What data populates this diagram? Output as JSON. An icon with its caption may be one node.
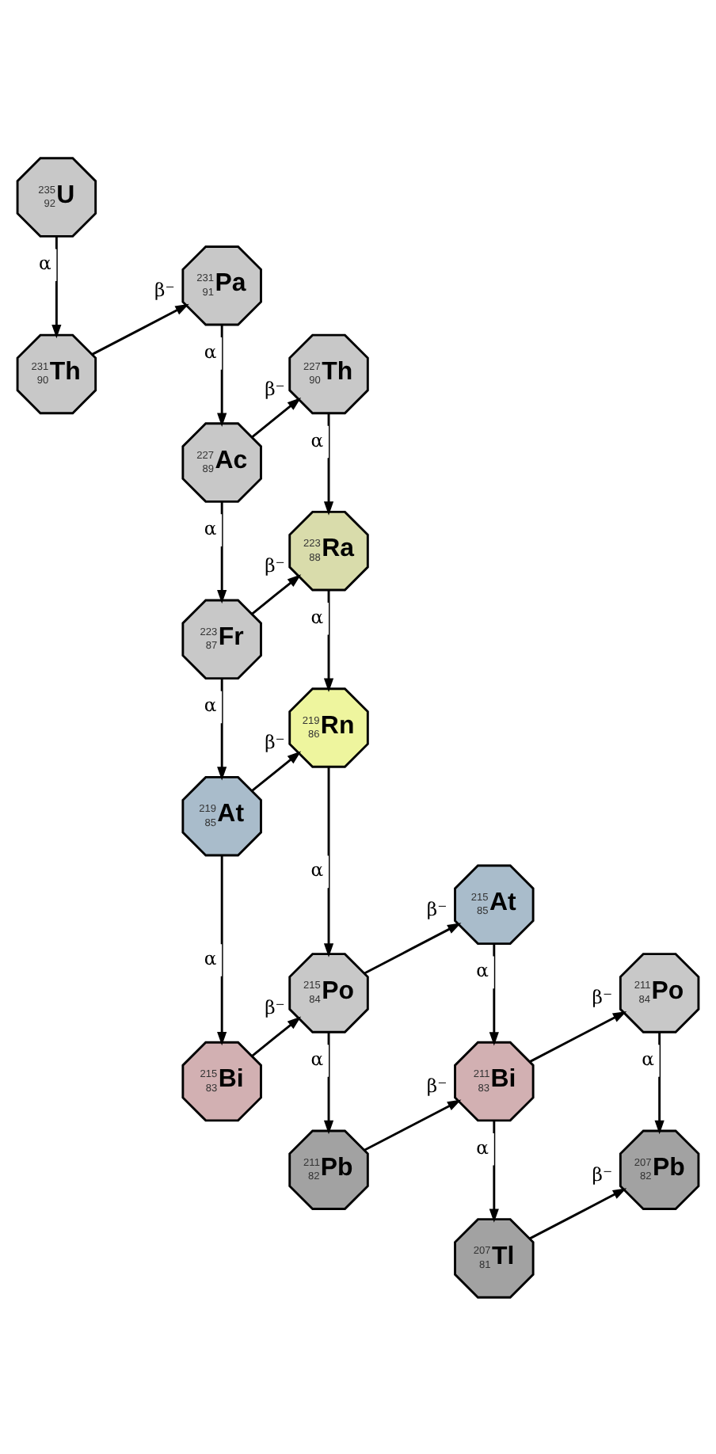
{
  "diagram": {
    "nodes": [
      {
        "text": [
          "235",
          "92",
          "U"
        ]
      },
      {
        "text": [
          "231",
          "91",
          "Pa"
        ]
      },
      {
        "text": [
          "231",
          "90",
          "Th"
        ]
      },
      {
        "text": [
          "227",
          "90",
          "Th"
        ]
      },
      {
        "text": [
          "227",
          "89",
          "Ac"
        ]
      },
      {
        "text": [
          "223",
          "88",
          "Ra"
        ]
      },
      {
        "text": [
          "223",
          "87",
          "Fr"
        ]
      },
      {
        "text": [
          "219",
          "86",
          "Rn"
        ]
      },
      {
        "text": [
          "219",
          "85",
          "At"
        ]
      },
      {
        "text": [
          "215",
          "85",
          "At"
        ]
      },
      {
        "text": [
          "215",
          "84",
          "Po"
        ]
      },
      {
        "text": [
          "211",
          "84",
          "Po"
        ]
      },
      {
        "text": [
          "215",
          "83",
          "Bi"
        ]
      },
      {
        "text": [
          "211",
          "83",
          "Bi"
        ]
      },
      {
        "text": [
          "211",
          "82",
          "Pb"
        ]
      },
      {
        "text": [
          "207",
          "82",
          "Pb"
        ]
      },
      {
        "text": [
          "207",
          "81",
          "Tl"
        ]
      }
    ],
    "edges": [
      {
        "from": 0,
        "to": 2,
        "arrow": "to",
        "label": "α"
      },
      {
        "from": 2,
        "to": 1,
        "arrow": "to",
        "label": "β⁻"
      },
      {
        "from": 1,
        "to": 4,
        "arrow": "to",
        "label": "α"
      },
      {
        "from": 4,
        "to": 3,
        "arrow": "to",
        "label": "β⁻"
      },
      {
        "from": 3,
        "to": 5,
        "arrow": "to",
        "label": "α"
      },
      {
        "from": 4,
        "to": 6,
        "arrow": "to",
        "label": "α"
      },
      {
        "from": 6,
        "to": 5,
        "arrow": "to",
        "label": "β⁻"
      },
      {
        "from": 5,
        "to": 7,
        "arrow": "to",
        "label": "α"
      },
      {
        "from": 6,
        "to": 8,
        "arrow": "to",
        "label": "α"
      },
      {
        "from": 8,
        "to": 7,
        "arrow": "to",
        "label": "β⁻"
      },
      {
        "from": 7,
        "to": 10,
        "arrow": "to",
        "label": "α"
      },
      {
        "from": 10,
        "to": 9,
        "arrow": "to",
        "label": "β⁻"
      },
      {
        "from": 8,
        "to": 12,
        "arrow": "to",
        "label": "α"
      },
      {
        "from": 12,
        "to": 10,
        "arrow": "to",
        "label": "β⁻"
      },
      {
        "from": 9,
        "to": 13,
        "arrow": "to",
        "label": "α"
      },
      {
        "from": 13,
        "to": 11,
        "arrow": "to",
        "label": "β⁻"
      },
      {
        "from": 10,
        "to": 14,
        "arrow": "to",
        "label": "α"
      },
      {
        "from": 14,
        "to": 13,
        "arrow": "to",
        "label": "β⁻"
      },
      {
        "from": 11,
        "to": 15,
        "arrow": "to",
        "label": "α"
      },
      {
        "from": 13,
        "to": 16,
        "arrow": "to",
        "label": "α"
      },
      {
        "from": 16,
        "to": 15,
        "arrow": "to",
        "label": "β⁻"
      }
    ]
  }
}
